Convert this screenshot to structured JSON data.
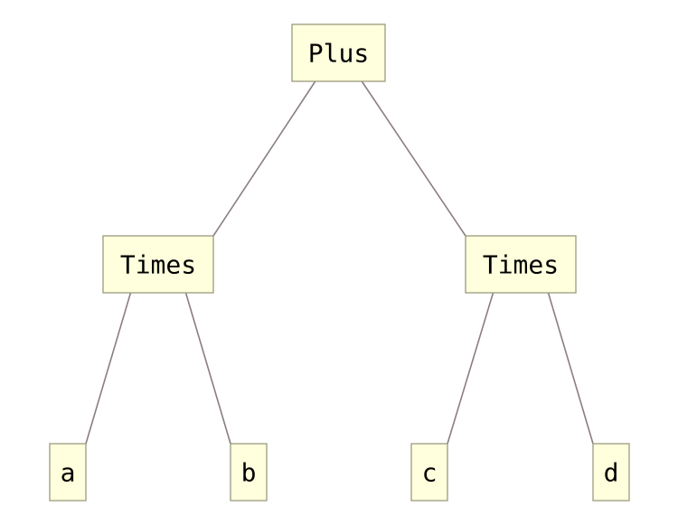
{
  "diagram": {
    "type": "expression-tree",
    "colors": {
      "node_fill": "#ffffdd",
      "node_border": "#9a9a80",
      "edge": "#8c7e7e",
      "text": "#000000"
    },
    "nodes": [
      {
        "id": "plus",
        "label": "Plus"
      },
      {
        "id": "times-left",
        "label": "Times"
      },
      {
        "id": "times-right",
        "label": "Times"
      },
      {
        "id": "leaf-a",
        "label": "a"
      },
      {
        "id": "leaf-b",
        "label": "b"
      },
      {
        "id": "leaf-c",
        "label": "c"
      },
      {
        "id": "leaf-d",
        "label": "d"
      }
    ],
    "edges": [
      {
        "from": "plus",
        "to": "times-left"
      },
      {
        "from": "plus",
        "to": "times-right"
      },
      {
        "from": "times-left",
        "to": "leaf-a"
      },
      {
        "from": "times-left",
        "to": "leaf-b"
      },
      {
        "from": "times-right",
        "to": "leaf-c"
      },
      {
        "from": "times-right",
        "to": "leaf-d"
      }
    ]
  }
}
